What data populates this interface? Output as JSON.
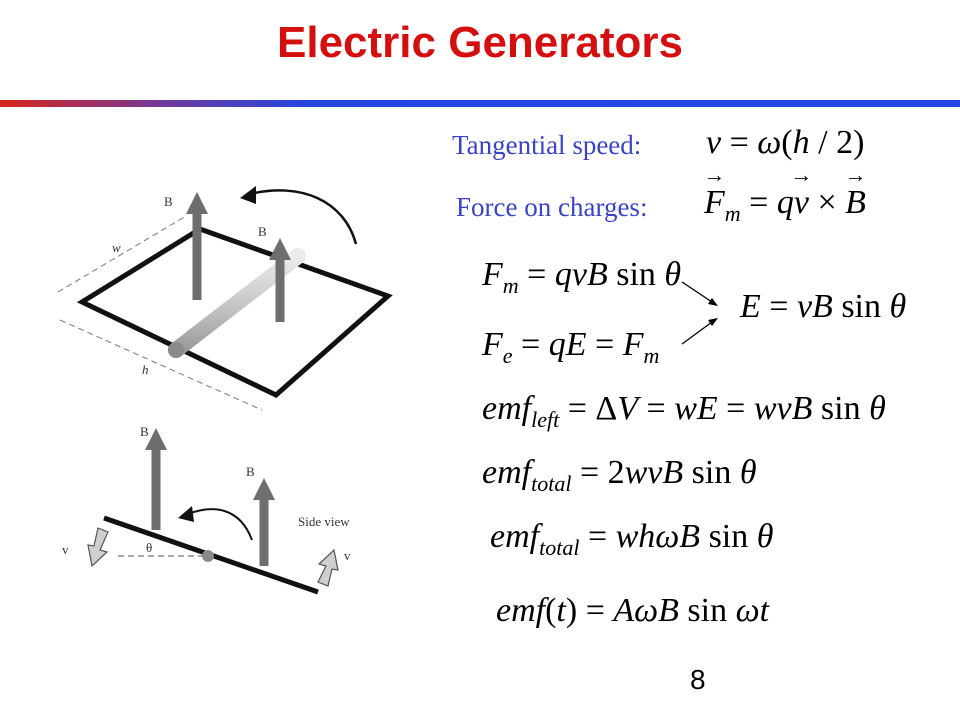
{
  "title": "Electric Generators",
  "labels": {
    "tangential": "Tangential speed:",
    "force": "Force on charges:"
  },
  "page_number": "8",
  "diagram": {
    "top": {
      "b1": "B",
      "b2": "B",
      "w": "w",
      "h": "h"
    },
    "side": {
      "b1": "B",
      "b2": "B",
      "v1": "v",
      "v2": "v",
      "theta": "θ",
      "caption": "Side view"
    }
  },
  "colors": {
    "title": "#d40f10",
    "label": "#3b43c4"
  }
}
